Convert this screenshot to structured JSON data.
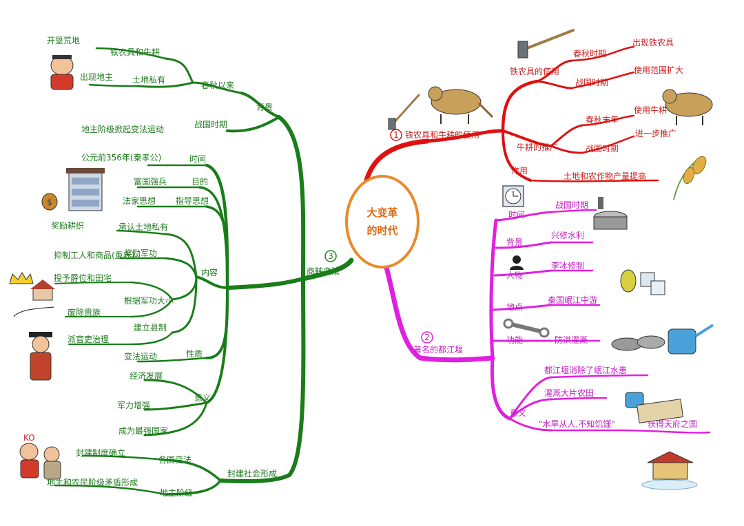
{
  "center": {
    "line1": "大变革",
    "line2": "的时代"
  },
  "colors": {
    "green": "#1a7d1a",
    "red": "#e01010",
    "magenta": "#e020e0",
    "center": "#e88a2a"
  },
  "left": {
    "shangyang": "商鞅变法",
    "circled_num": "3",
    "beijing": "背景",
    "chunqiu": "春秋以来",
    "tiezhi": "铁农具和牛耕",
    "kaiken": "开垦荒地",
    "tudi_siyou": "土地私有",
    "chuxian_dizhu": "出现地主",
    "zhanguo": "战国时期",
    "dizhu_bianfa": "地主阶级掀起变法运动",
    "shijian": "时间",
    "gongyuan": "公元前356年(秦孝公)",
    "mudi": "目的",
    "fuguo": "富国强兵",
    "zhidao": "指导思想",
    "fajia": "法家思想",
    "neirong": "内容",
    "chengren": "承认土地私有",
    "jiangli_gengzhi": "奖励耕织",
    "zhongnong": "抑制工人和商品(重农)",
    "jiangli_jungong": "奖励军功",
    "shoyu": "授予爵位和田宅",
    "genju": "根据军功大小",
    "feichu": "废除贵族",
    "xianzhi": "建立县制",
    "guanli": "派官吏治理",
    "xingzhi": "性质",
    "bianfa_yundong": "变法运动",
    "yiyi": "意义",
    "jingji": "经济发展",
    "junli": "军力增强",
    "qiangguo": "成为最强国家",
    "fengjian_xingcheng": "封建社会形成",
    "geguo": "各国变法",
    "fengjian_zhidu": "封建制度确立",
    "dizhu_jieji": "地主阶级",
    "nongmin": "地主和农民阶级矛盾形成",
    "ko_badge": "KO"
  },
  "right": {
    "iron_title": "铁农具和牛耕的使用",
    "circled_1": "1",
    "tie_shiyong": "铁农具的使用",
    "r_chunqiu": "春秋时期",
    "chuxian_tie": "出现铁农具",
    "r_zhanguo": "战国时期",
    "fanwei": "使用范围扩大",
    "niugeng_tuiguang": "牛耕的推广",
    "r_chunqiu_monian": "春秋末年",
    "shiyong_niugeng": "使用牛耕",
    "r_zhanguo2": "战国时期",
    "jinyibu": "进一步推广",
    "zuoyong": "作用",
    "tigao": "土地和农作物产量提高",
    "dujiang_title": "著名的都江堰",
    "circled_2": "2",
    "d_shijian": "时间",
    "d_zhanguo": "战国时期",
    "d_beijing": "背景",
    "xingxiu": "兴修水利",
    "renwu": "人物",
    "libing": "李冰修制",
    "didian": "地点",
    "minjiang": "秦国岷江中游",
    "gongneng": "功能",
    "fanghong": "防洪灌溉",
    "d_yiyi": "意义",
    "xiaochu": "都江堰消除了岷江水患",
    "guangai": "灌溉大片农田",
    "quote": "\"水旱从人,不知饥馑\"",
    "tianfu": "获得天府之国"
  }
}
